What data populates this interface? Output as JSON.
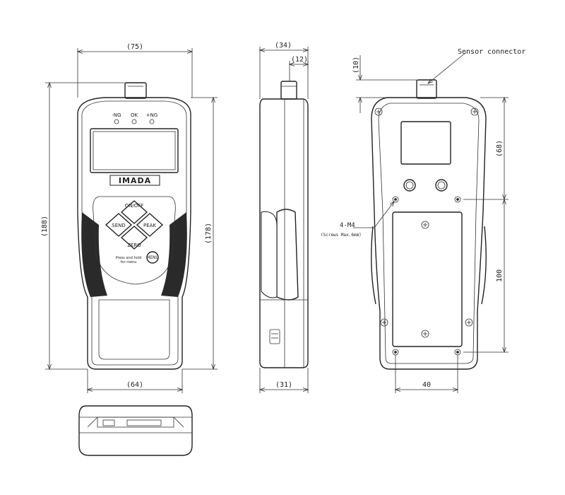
{
  "front_view": {
    "width_dim": "(75)",
    "height_dim": "(188)",
    "body_height_dim": "(178)",
    "bottom_width_dim": "(64)",
    "indicators": [
      "-NG",
      "OK",
      "+NG"
    ],
    "logo": "IMADA",
    "keys": {
      "top": "ON/OFF",
      "left": "SEND",
      "right": "PEAK",
      "bottom": "ZERO"
    },
    "menu_label": "MENU",
    "menu_note": "Press and hold\nfor menu"
  },
  "side_view": {
    "depth_dim": "(34)",
    "connector_dim": "(12)",
    "bottom_depth_dim": "(31)"
  },
  "back_view": {
    "sensor_label": "Sensor connector",
    "top_offset_dim": "(10)",
    "upper_dim": "(68)",
    "hole_pitch_v": "100",
    "hole_pitch_h": "40",
    "screw_label": "4-M4",
    "screw_note": "(Screws Max.6mm)"
  }
}
